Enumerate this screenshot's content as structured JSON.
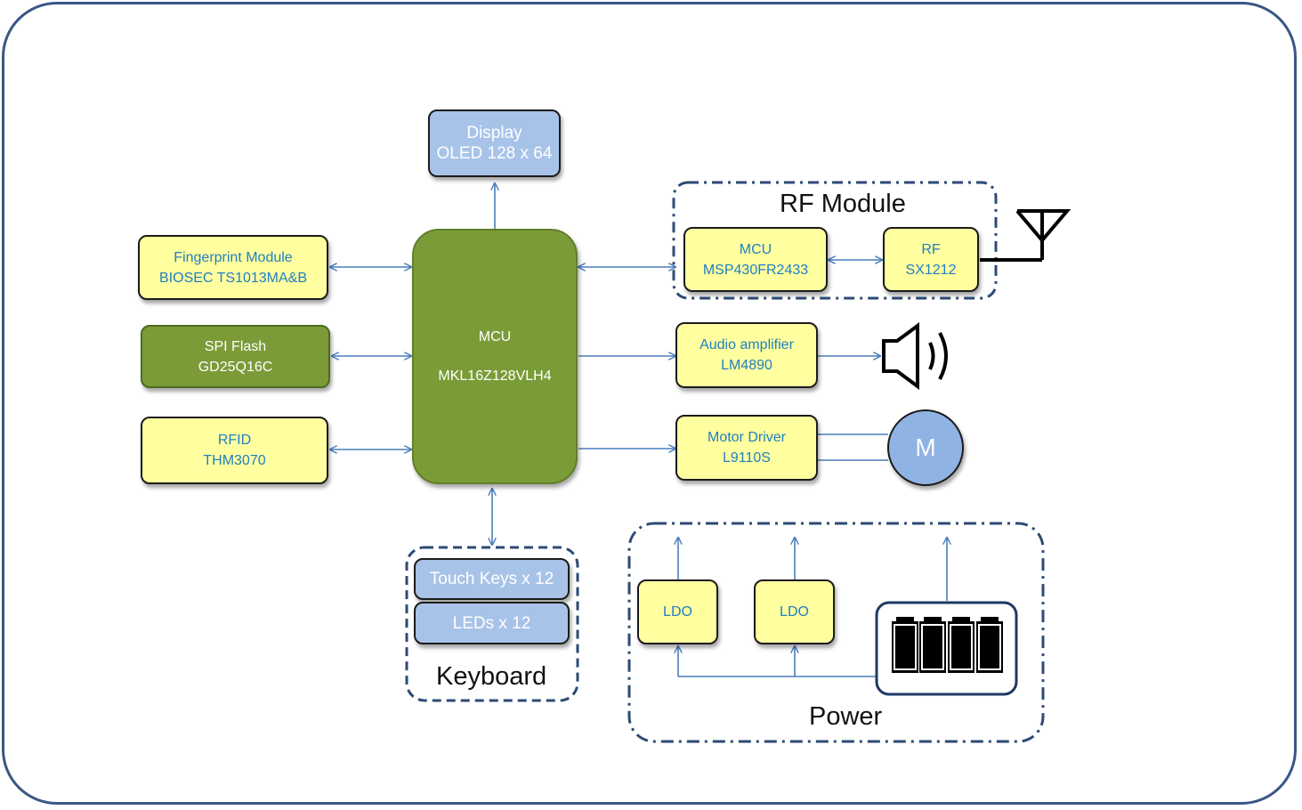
{
  "mcu": {
    "line1": "MCU",
    "line2": "MKL16Z128VLH4"
  },
  "display": {
    "line1": "Display",
    "line2": "OLED 128 x 64"
  },
  "fingerprint": {
    "line1": "Fingerprint Module",
    "line2": "BIOSEC TS1013MA&B"
  },
  "spi_flash": {
    "line1": "SPI Flash",
    "line2": "GD25Q16C"
  },
  "rfid": {
    "line1": "RFID",
    "line2": "THM3070"
  },
  "rf_module": {
    "title": "RF Module",
    "mcu": {
      "line1": "MCU",
      "line2": "MSP430FR2433"
    },
    "rf": {
      "line1": "RF",
      "line2": "SX1212"
    }
  },
  "audio": {
    "line1": "Audio amplifier",
    "line2": "LM4890"
  },
  "motor_driver": {
    "line1": "Motor Driver",
    "line2": "L9110S"
  },
  "motor": {
    "label": "M"
  },
  "keyboard": {
    "title": "Keyboard",
    "touch_keys": "Touch Keys x 12",
    "leds": "LEDs x 12"
  },
  "power": {
    "title": "Power",
    "ldo1": "LDO",
    "ldo2": "LDO"
  },
  "colors": {
    "frame": "#3a5685",
    "arrow": "#4a7ebb",
    "yellow_box": "#ffff9f",
    "blue_box": "#a8c3e8",
    "green_box": "#7a9c38",
    "text_blue": "#1f7fc2"
  },
  "icons": [
    "antenna-icon",
    "speaker-icon",
    "battery-icon",
    "motor-icon"
  ]
}
